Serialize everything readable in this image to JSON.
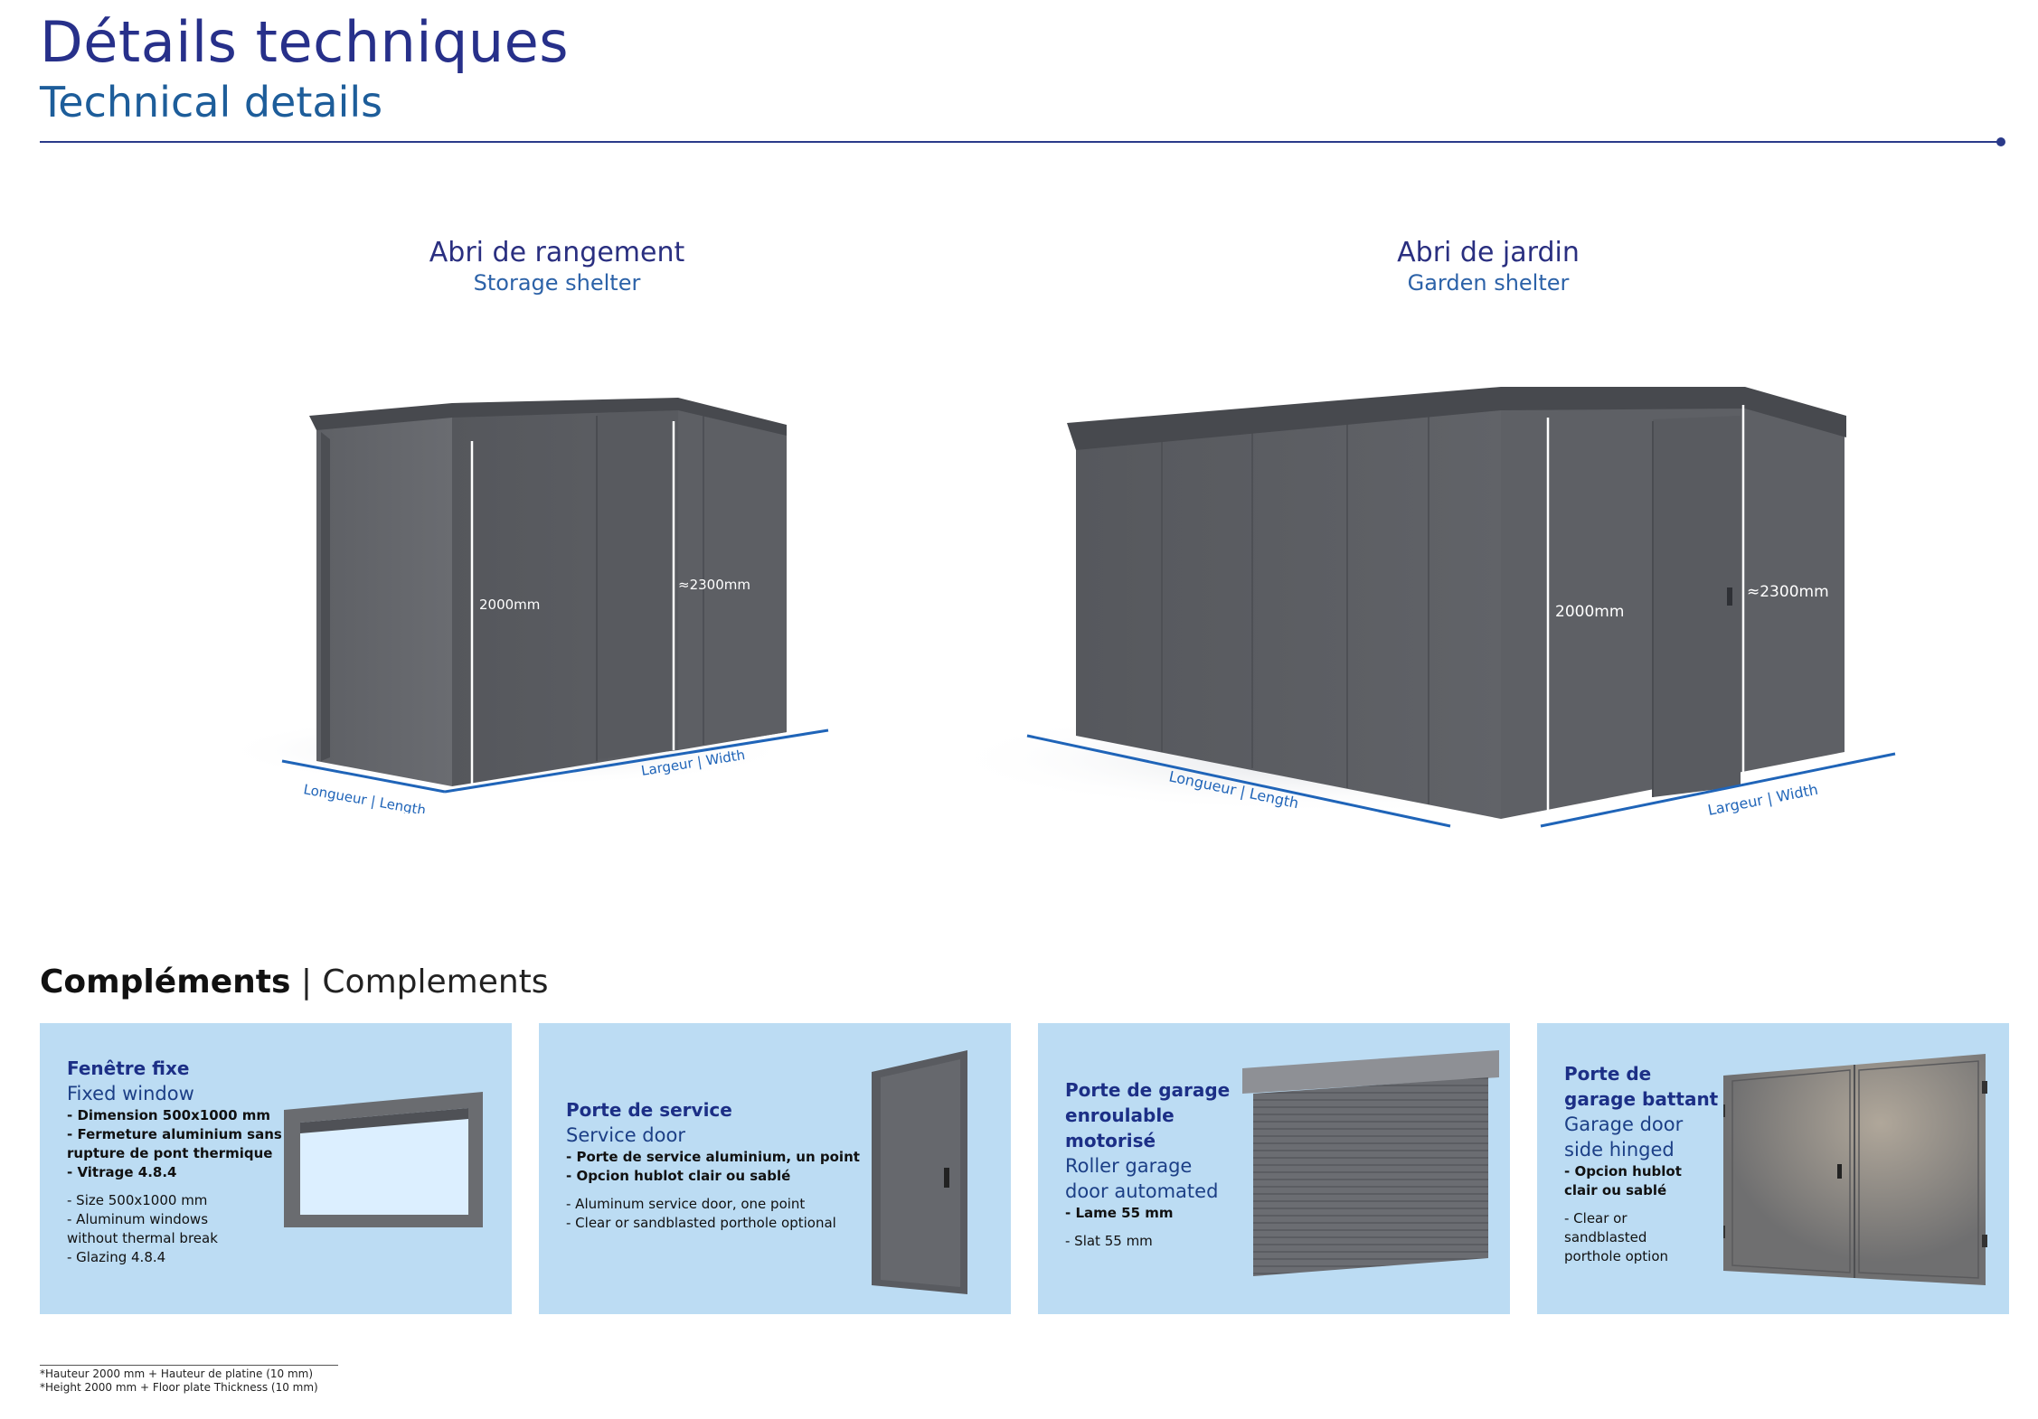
{
  "header": {
    "title_fr": "Détails techniques",
    "title_en": "Technical details"
  },
  "products": [
    {
      "name_fr": "Abri de rangement",
      "name_en": "Storage shelter",
      "dim_height": "2000mm",
      "dim_height_back": "≈2300mm",
      "dim_length": "Longueur | Length",
      "dim_width": "Largeur | Width"
    },
    {
      "name_fr": "Abri de jardin",
      "name_en": "Garden shelter",
      "dim_height": "2000mm",
      "dim_height_back": "≈2300mm",
      "dim_length": "Longueur | Length",
      "dim_width": "Largeur | Width"
    }
  ],
  "complements": {
    "heading_bold": "Compléments",
    "heading_light": "| Complements",
    "cards": [
      {
        "title_fr": "Fenêtre fixe",
        "title_en": "Fixed window",
        "bullets_fr": [
          "- Dimension 500x1000 mm",
          "- Fermeture aluminium sans",
          "rupture de pont thermique",
          "- Vitrage 4.8.4"
        ],
        "bullets_en": [
          "- Size 500x1000 mm",
          "- Aluminum windows",
          "without thermal break",
          "- Glazing 4.8.4"
        ]
      },
      {
        "title_fr": "Porte de service",
        "title_en": "Service door",
        "bullets_fr": [
          "- Porte de service aluminium, un point",
          "- Opcion hublot clair ou sablé"
        ],
        "bullets_en": [
          "- Aluminum service door, one point",
          "- Clear or sandblasted porthole optional"
        ]
      },
      {
        "title_fr_lines": [
          "Porte de garage",
          "enroulable",
          "motorisé"
        ],
        "title_en_lines": [
          "Roller garage",
          "door automated"
        ],
        "bullets_fr": [
          "- Lame 55 mm"
        ],
        "bullets_en": [
          "- Slat 55 mm"
        ]
      },
      {
        "title_fr_lines": [
          "Porte de",
          "garage battant"
        ],
        "title_en_lines": [
          "Garage door",
          "side hinged"
        ],
        "bullets_fr": [
          "- Opcion hublot",
          "clair ou sablé"
        ],
        "bullets_en": [
          "- Clear or",
          "sandblasted",
          "porthole option"
        ]
      }
    ]
  },
  "footnote": {
    "line1": "*Hauteur 2000 mm + Hauteur de platine (10 mm)",
    "line2": "*Height 2000 mm + Floor plate Thickness (10 mm)"
  },
  "colors": {
    "navy": "#27308a",
    "blue": "#1d5d9a",
    "card_bg": "#bcdcf3",
    "shed_grey": "#5b5d62",
    "dim_blue": "#1f64b8"
  }
}
